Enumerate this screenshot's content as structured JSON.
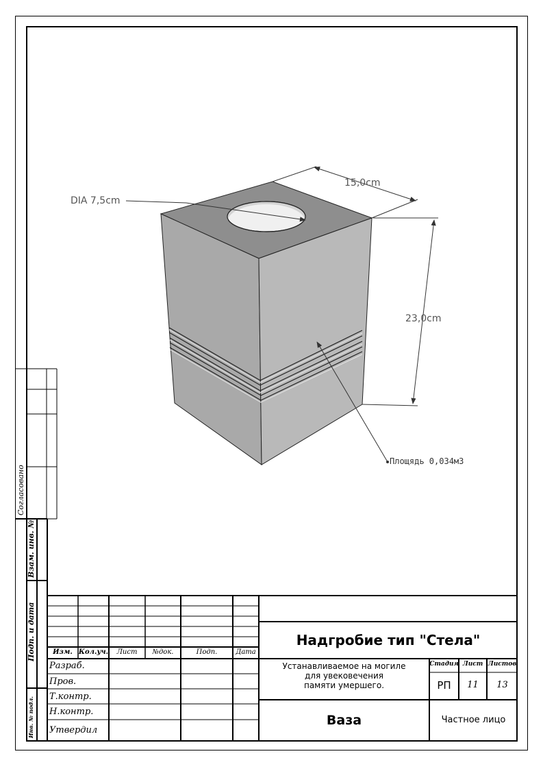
{
  "drawing": {
    "dim_diameter": "DIA 7,5cm",
    "dim_width": "15,0cm",
    "dim_height": "23,0cm",
    "area_note": "Площядь 0,034м3"
  },
  "stamp": {
    "title": "Надгробие тип \"Стела\"",
    "description_lines": [
      "Устанавливаемое на могиле",
      "для увековечения",
      "памяти умершего."
    ],
    "item_name": "Ваза",
    "customer": "Частное лицо",
    "headers": {
      "izm": "Изм.",
      "kol_uch": "Кол.уч.",
      "list": "Лист",
      "n_dok": "№док.",
      "podp": "Подп.",
      "data": "Дата"
    },
    "roles": [
      "Разраб.",
      "Пров.",
      "Т.контр.",
      "Н.контр.",
      "Утвердил"
    ],
    "stage": {
      "label": "Стадия",
      "value": "РП"
    },
    "sheet": {
      "label": "Лист",
      "value": "11"
    },
    "sheets_total": {
      "label": "Листов",
      "value": "13"
    }
  },
  "side_panel": {
    "agreed": "Согласовано",
    "vzam_inv": "Взам. инв. №",
    "podp_data": "Подп. и дата",
    "inv_podl": "Инв. № подл."
  }
}
